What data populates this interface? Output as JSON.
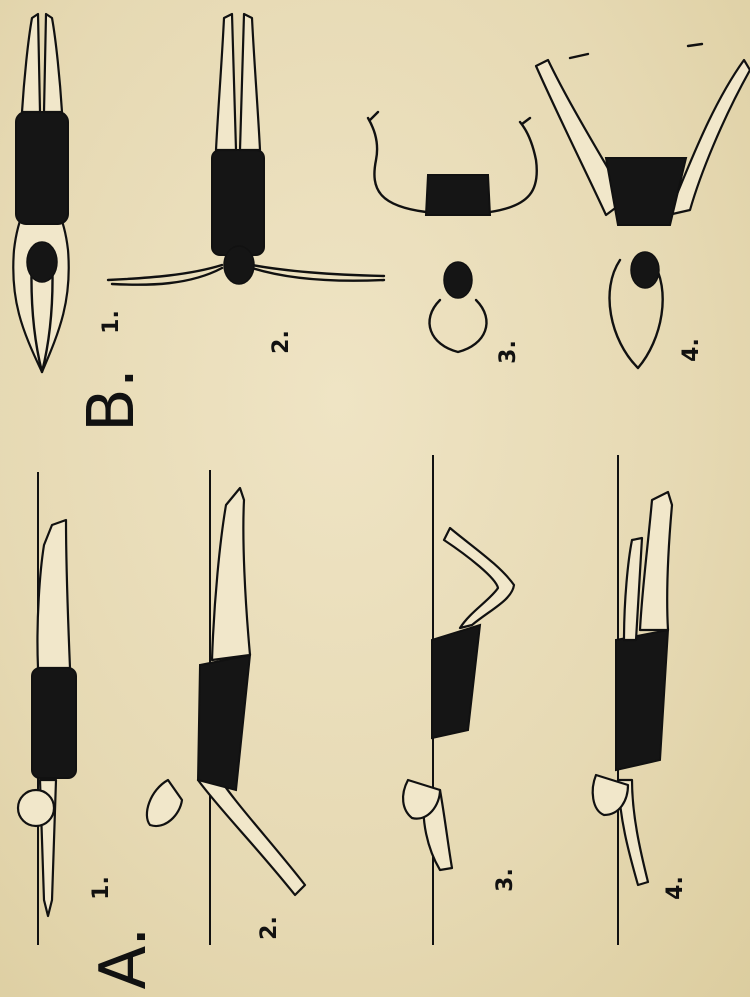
{
  "plate": {
    "section_a": {
      "letter": "A.",
      "figures": [
        {
          "label": "1."
        },
        {
          "label": "2."
        },
        {
          "label": "3."
        },
        {
          "label": "4."
        }
      ]
    },
    "section_b": {
      "letter": "B.",
      "figures": [
        {
          "label": "1."
        },
        {
          "label": "2."
        },
        {
          "label": "3."
        },
        {
          "label": "4."
        }
      ]
    },
    "colors": {
      "paper": "#e8dcb8",
      "ink": "#111111"
    }
  }
}
